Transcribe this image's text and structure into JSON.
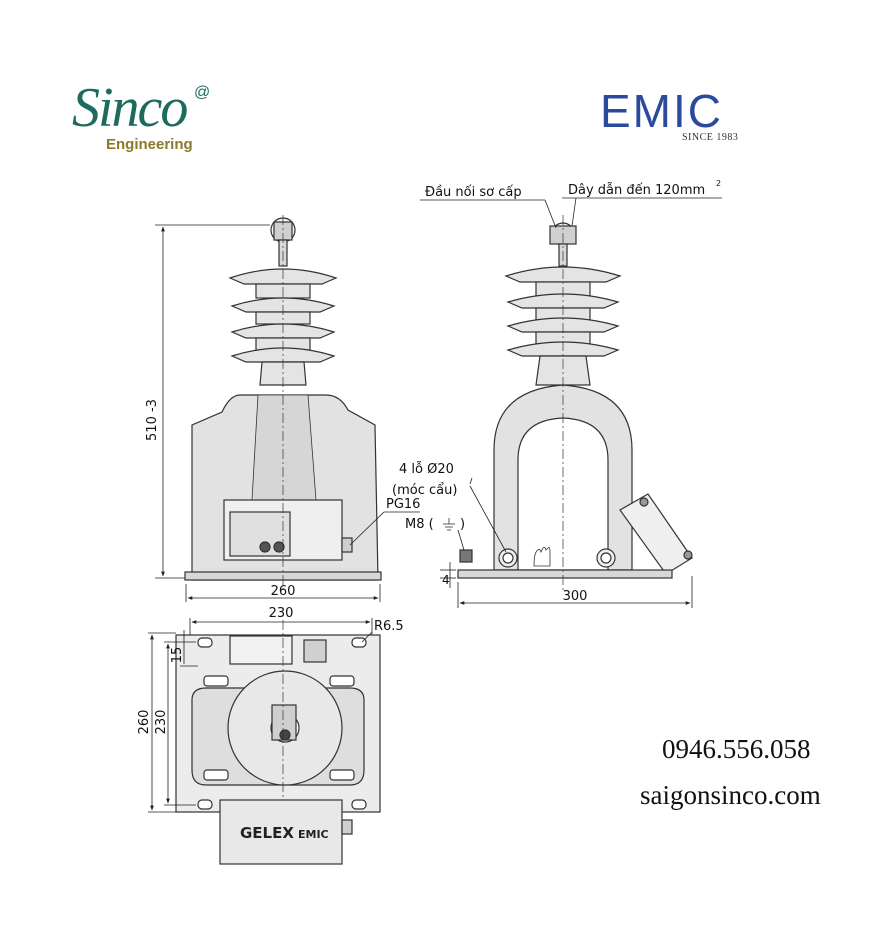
{
  "logos": {
    "sinco": {
      "word": "Sinco",
      "mark": "@",
      "subtitle": "Engineering",
      "color": "#1c6b5e",
      "sub_color": "#8a7a2a"
    },
    "emic": {
      "word": "EMIC",
      "subtitle": "SINCE 1983",
      "color": "#2b4a9c"
    }
  },
  "contact": {
    "phone": "0946.556.058",
    "website": "saigonsinco.com"
  },
  "labels": {
    "primary_terminal": "Đầu nối sơ cấp",
    "conductor": "Dây dẫn đến 120mm",
    "conductor_sup": "2",
    "height": "510 -3",
    "width_front": "260",
    "width_side": "300",
    "pg16": "PG16",
    "holes": "4 lỗ Ø20",
    "lifting": "(móc cẩu)",
    "m8": "M8 (",
    "m8_close": ")",
    "four": "4",
    "top_230": "230",
    "r65": "R6.5",
    "dim_15": "15",
    "dim_260": "260",
    "dim_230": "230",
    "brand_plate": "GELEX",
    "brand_plate_small": "EMIC"
  }
}
